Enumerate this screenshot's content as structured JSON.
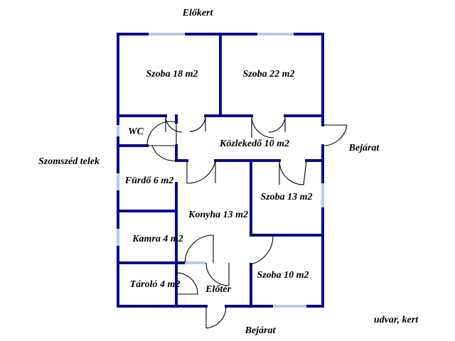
{
  "plan": {
    "wall_color": "#0c0c8c",
    "window_color": "#b6cbe8",
    "rooms": {
      "szoba18": "Szoba 18 m2",
      "szoba22": "Szoba 22 m2",
      "wc": "WC",
      "kozlekedo": "Közlekedő 10 m2",
      "furdo": "Fürdő 6 m2",
      "szoba13": "Szoba 13 m2",
      "konyha": "Konyha 13 m2",
      "kamra": "Kamra 4 m2",
      "taroló": "Tároló 4 m2",
      "eloter": "Előtér",
      "szoba10": "Szoba 10 m2"
    },
    "surroundings": {
      "elokert": "Előkert",
      "szomszed": "Szomszéd telek",
      "bejarat_right": "Bejárat",
      "bejarat_bottom": "Bejárat",
      "udvar": "udvar, kert"
    }
  }
}
